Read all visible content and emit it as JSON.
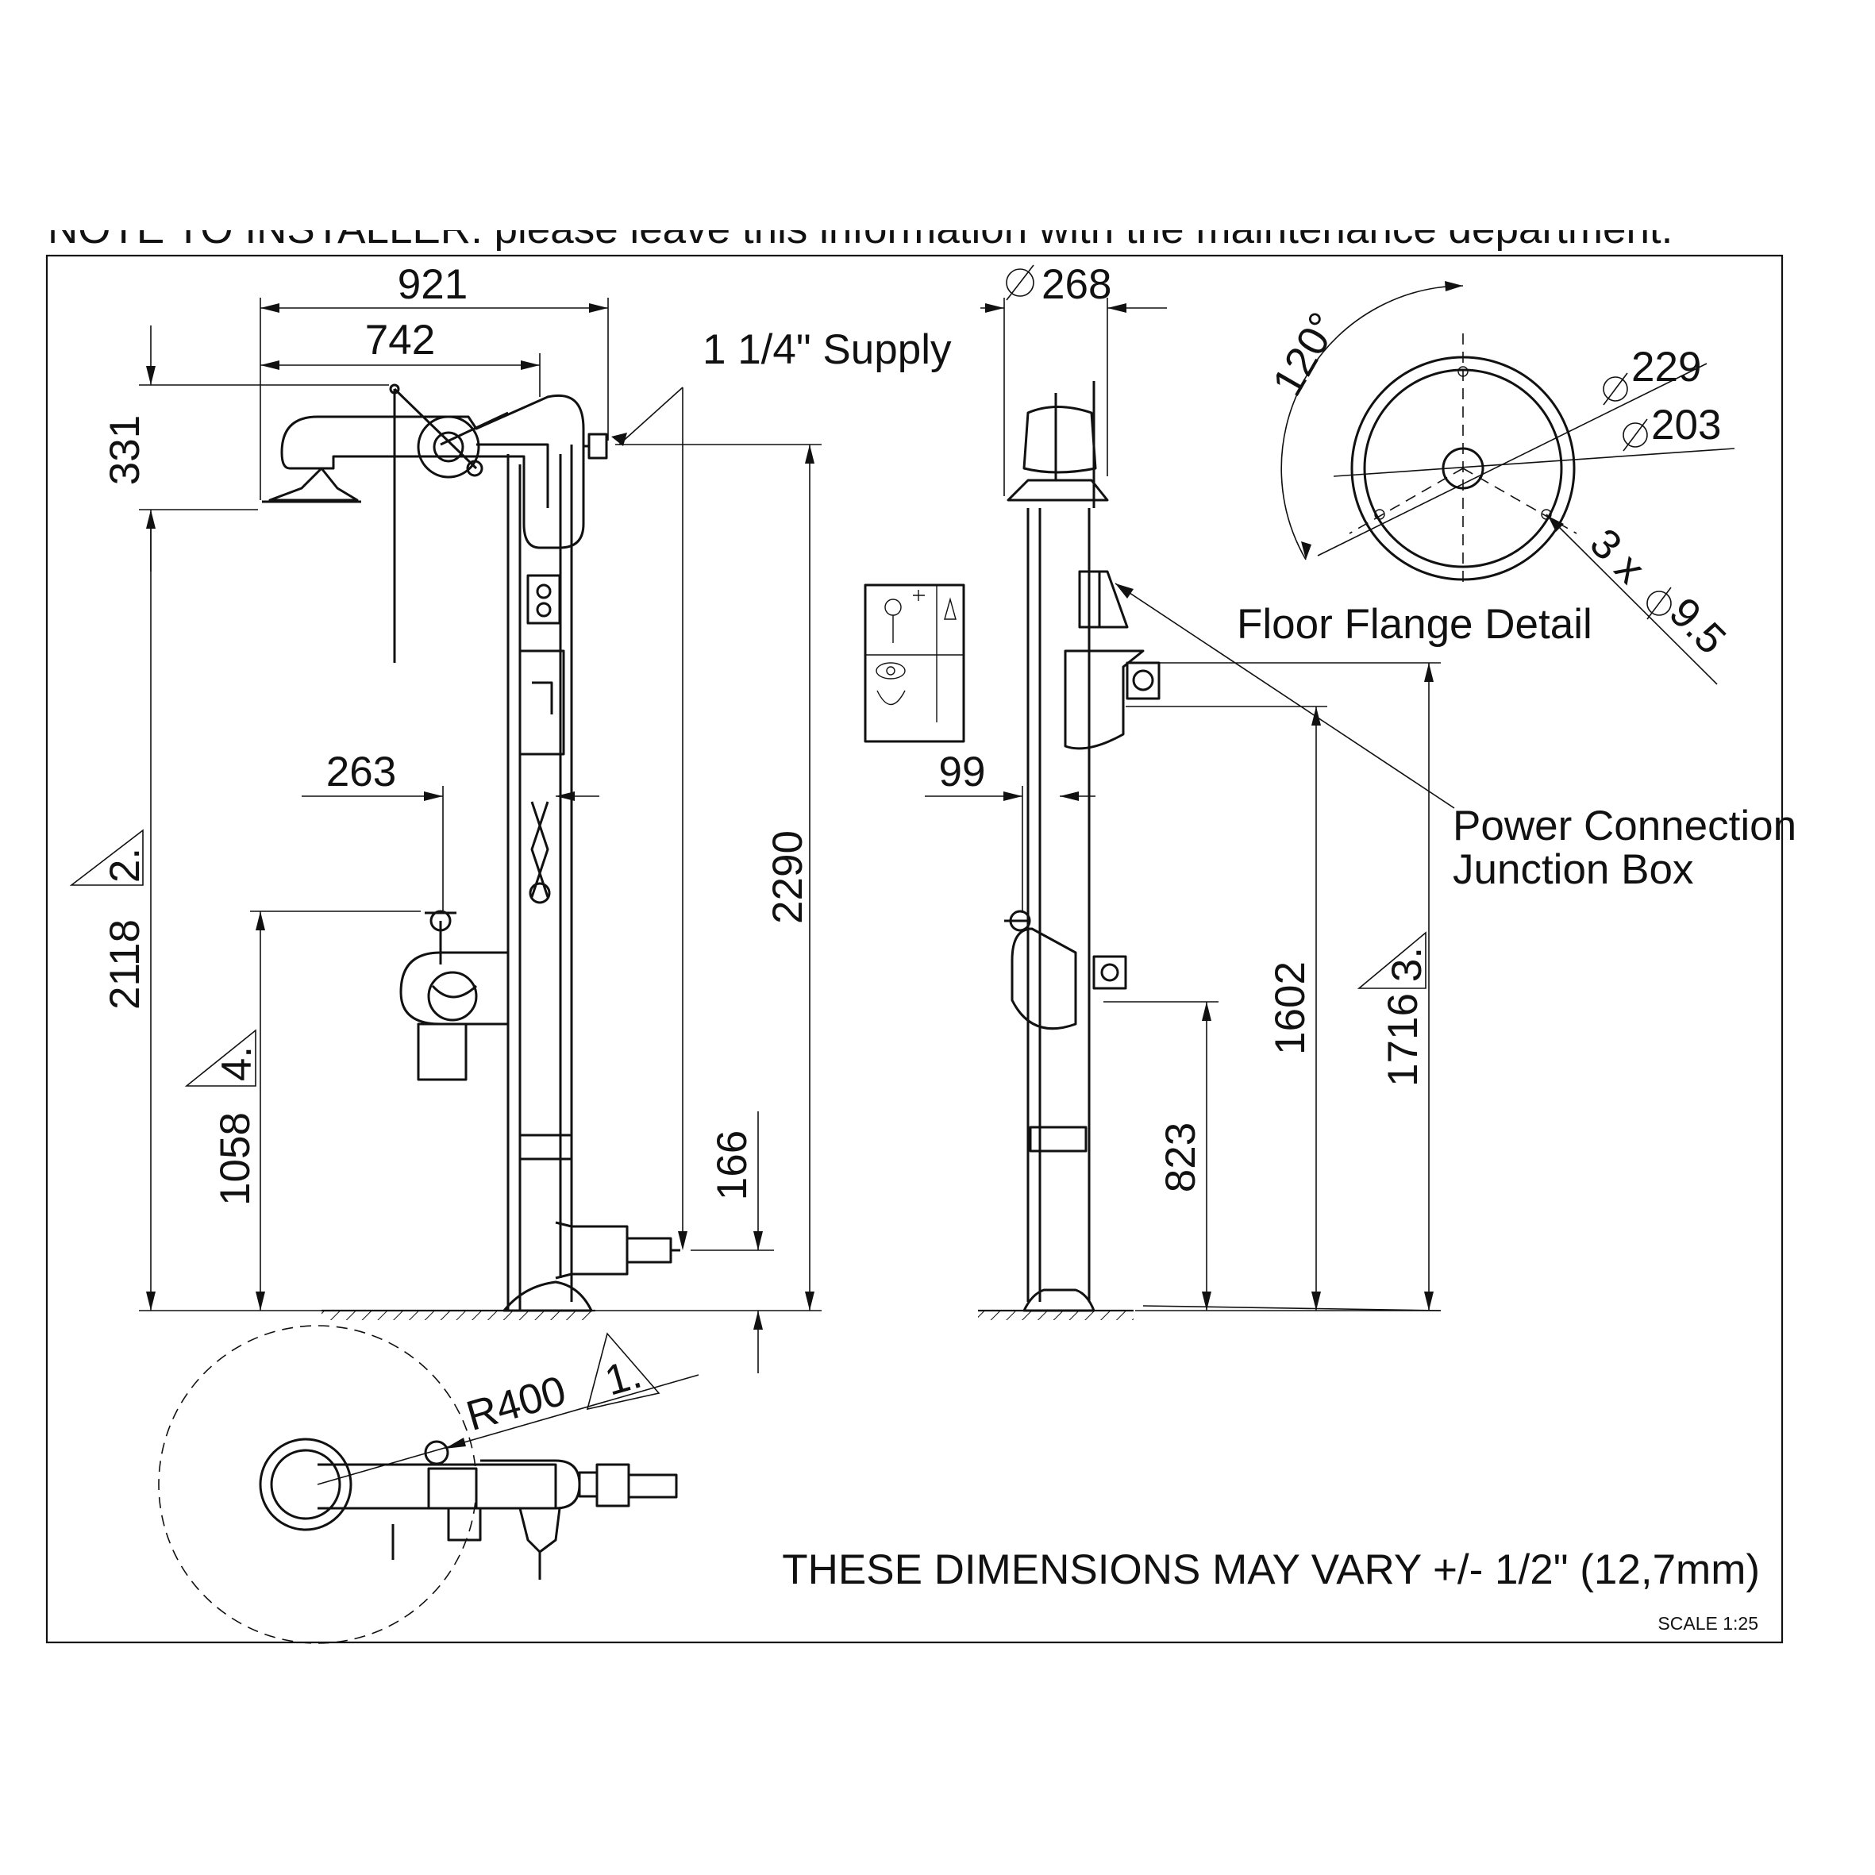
{
  "header_note": "NOTE TO INSTALLER: please leave this information with the maintenance department.",
  "dimensions": {
    "d921": "921",
    "d742": "742",
    "d331": "331",
    "d263": "263",
    "d2118": "2118",
    "d1058": "1058",
    "d2290": "2290",
    "d166": "166",
    "d268": "268",
    "d99": "99",
    "d1602": "1602",
    "d1716": "1716",
    "d823": "823",
    "d229": "229",
    "d203": "203",
    "angle120": "120°",
    "holes": "3 x",
    "hole_dia": "9.5",
    "r400": "R400"
  },
  "callouts": {
    "t1": "1.",
    "t2": "2.",
    "t3": "3.",
    "t4": "4."
  },
  "labels": {
    "supply": "1 1/4\" Supply",
    "floor_flange": "Floor Flange Detail",
    "power_line1": "Power Connection",
    "power_line2": "Junction Box",
    "tolerance": "THESE DIMENSIONS MAY VARY +/- 1/2\" (12,7mm)",
    "scale": "SCALE 1:25"
  }
}
